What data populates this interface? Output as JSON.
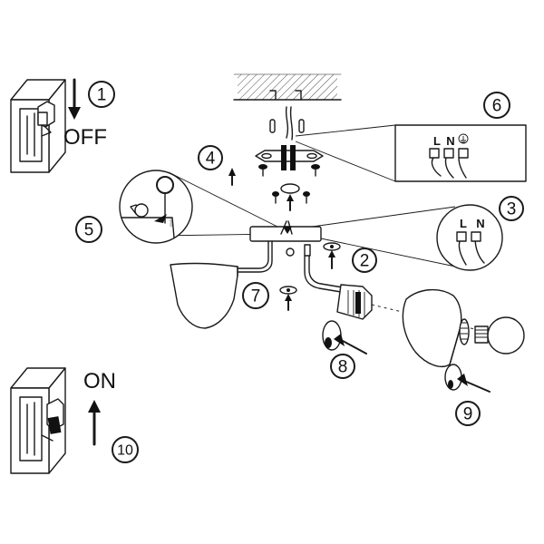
{
  "steps": [
    "1",
    "2",
    "3",
    "4",
    "5",
    "6",
    "7",
    "8",
    "9",
    "10"
  ],
  "switch_off_label": "OFF",
  "switch_on_label": "ON",
  "wire_labels": {
    "live": "L",
    "neutral": "N"
  },
  "colors": {
    "line": "#1a1a1a",
    "background": "#ffffff"
  }
}
